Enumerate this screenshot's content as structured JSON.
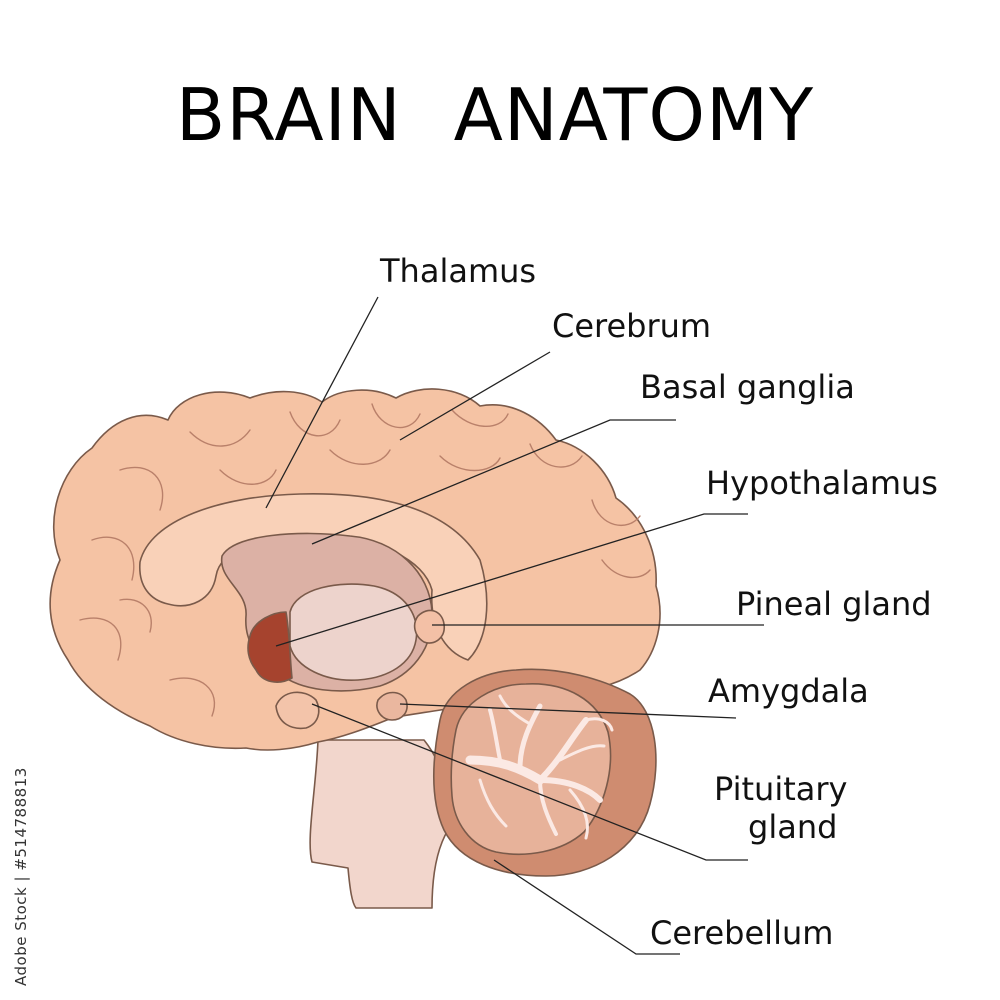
{
  "title": "BRAIN ANATOMY",
  "labels": {
    "thalamus": "Thalamus",
    "cerebrum": "Cerebrum",
    "basal_ganglia": "Basal ganglia",
    "hypothalamus": "Hypothalamus",
    "pineal_gland": "Pineal gland",
    "amygdala": "Amygdala",
    "pituitary_gland_line1": "Pituitary",
    "pituitary_gland_line2": "gland",
    "cerebellum": "Cerebellum"
  },
  "watermark": "Adobe Stock | #514788813",
  "colors": {
    "cerebrum": "#f5c3a4",
    "corpus": "#f9d1b8",
    "basal_ganglia": "#dcb1a5",
    "thalamus": "#edd3cc",
    "hypothalamus": "#a6432e",
    "brainstem": "#f2d6cc",
    "cerebellum_outer": "#cf8c70",
    "cerebellum_inner": "#e7b29a",
    "arbor": "#fbe9e4",
    "text": "#111111"
  }
}
